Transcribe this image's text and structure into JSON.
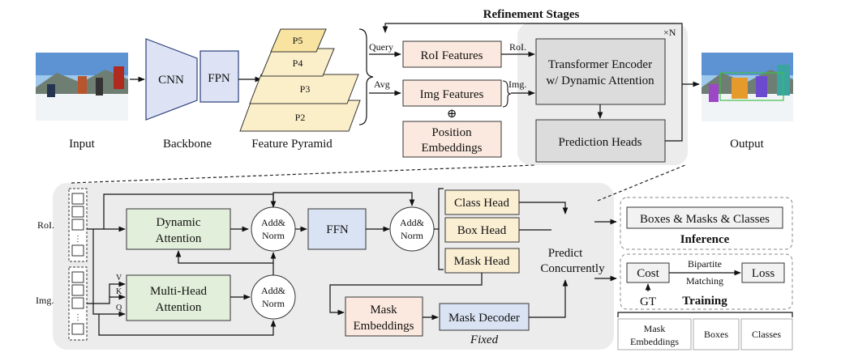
{
  "header": {
    "refinement_stages": "Refinement Stages",
    "times_n": "×N"
  },
  "labels": {
    "input": "Input",
    "backbone": "Backbone",
    "feature_pyramid": "Feature Pyramid",
    "output": "Output",
    "roi_row": "RoI.",
    "img_row": "Img."
  },
  "backbone": {
    "cnn": "CNN",
    "fpn": "FPN"
  },
  "pyramid": {
    "levels": [
      "P5",
      "P4",
      "P3",
      "P2"
    ]
  },
  "top_flow": {
    "query": "Query",
    "avg": "Avg",
    "roi_features": "RoI Features",
    "img_features": "Img Features",
    "oplus": "⊕",
    "position_line1": "Position",
    "position_line2": "Embeddings",
    "roi_arrow": "RoI.",
    "img_arrow": "Img.",
    "encoder_line1": "Transformer Encoder",
    "encoder_line2": "w/ Dynamic Attention",
    "prediction_heads": "Prediction Heads"
  },
  "detail": {
    "dynamic_line1": "Dynamic",
    "dynamic_line2": "Attention",
    "mha_line1": "Multi-Head",
    "mha_line2": "Attention",
    "addnorm_line1": "Add&",
    "addnorm_line2": "Norm",
    "ffn": "FFN",
    "v": "V",
    "k": "K",
    "q": "Q",
    "class_head": "Class Head",
    "box_head": "Box Head",
    "mask_head": "Mask Head",
    "predict_line1": "Predict",
    "predict_line2": "Concurrently",
    "mask_emb_line1": "Mask",
    "mask_emb_line2": "Embeddings",
    "mask_decoder": "Mask Decoder",
    "fixed": "Fixed"
  },
  "inference": {
    "box_text": "Boxes & Masks & Classes",
    "title": "Inference"
  },
  "training": {
    "cost": "Cost",
    "loss": "Loss",
    "bipartite": "Bipartite",
    "matching": "Matching",
    "gt": "GT",
    "title": "Training",
    "mask_line1": "Mask",
    "mask_line2": "Embeddings",
    "boxes": "Boxes",
    "classes": "Classes"
  },
  "colors": {
    "backbone_fill": "#dde3f4",
    "backbone_stroke": "#2b3f7a",
    "pyramid_fill": "#fbefc9",
    "pyramid_top": "#f8e3a0",
    "feature_fill": "#fbe9df",
    "gray_panel": "#ececec",
    "gray_box": "#dcdcdc",
    "green": "#e2efda",
    "blue": "#dae3f3",
    "yellow": "#fbefd3"
  }
}
